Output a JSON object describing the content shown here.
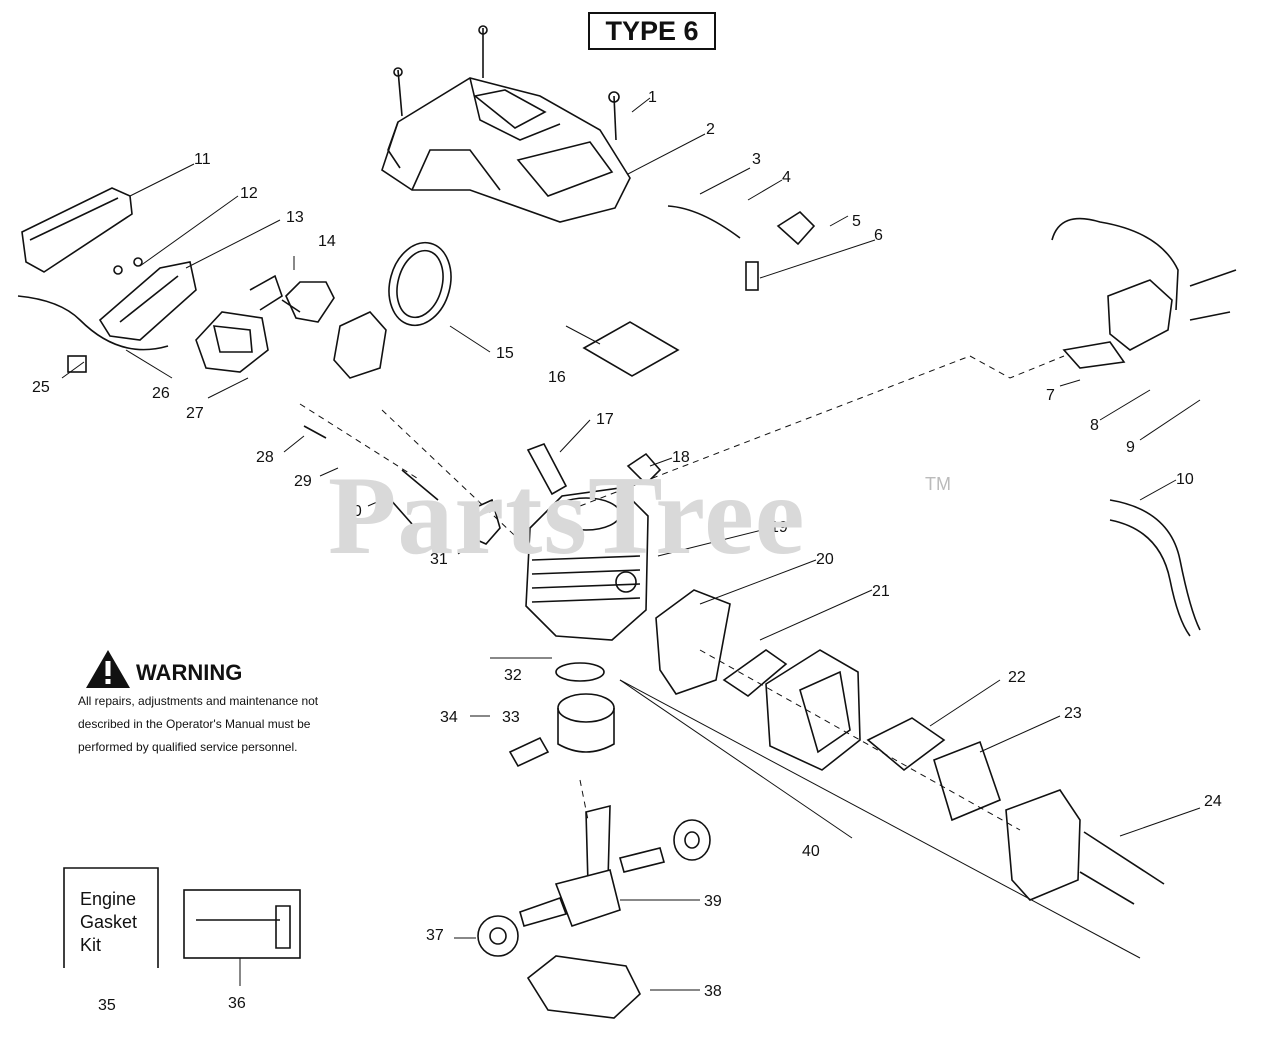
{
  "title": "TYPE 6",
  "watermark": "PartsTree",
  "trademark": "TM",
  "warning": {
    "title": "WARNING",
    "line1": "All repairs, adjustments and maintenance not",
    "line2": "described in the Operator's Manual must be",
    "line3": "performed by qualified  service personnel."
  },
  "kit": {
    "line1": "Engine",
    "line2": "Gasket",
    "line3": "Kit"
  },
  "callouts": [
    "1",
    "2",
    "3",
    "4",
    "5",
    "6",
    "7",
    "8",
    "9",
    "10",
    "11",
    "12",
    "13",
    "14",
    "15",
    "16",
    "17",
    "18",
    "19",
    "20",
    "21",
    "22",
    "23",
    "24",
    "25",
    "26",
    "27",
    "28",
    "29",
    "30",
    "31",
    "32",
    "33",
    "34",
    "35",
    "36",
    "37",
    "38",
    "39",
    "40"
  ]
}
